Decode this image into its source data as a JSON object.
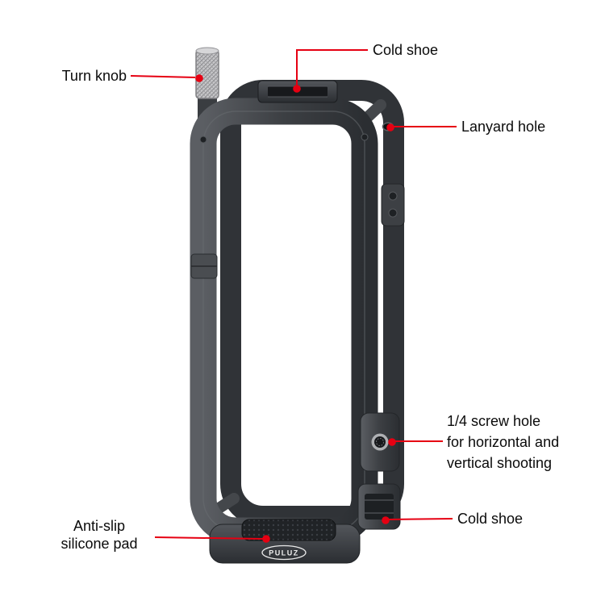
{
  "figure": {
    "background": "#ffffff",
    "accent_red": "#e60012",
    "cage_color_dark": "#2f3236",
    "cage_color_mid": "#43464a",
    "knob_color": "#c7c7c9",
    "logo_text": "PULUZ"
  },
  "callouts": [
    {
      "id": "turn-knob",
      "label": "Turn knob"
    },
    {
      "id": "cold-shoe-top",
      "label": "Cold shoe"
    },
    {
      "id": "lanyard-hole",
      "label": "Lanyard hole"
    },
    {
      "id": "quarter-screw-hole",
      "label": "1/4 screw hole\nfor horizontal and\nvertical shooting"
    },
    {
      "id": "cold-shoe-side",
      "label": "Cold shoe"
    },
    {
      "id": "anti-slip-pad",
      "label": "Anti-slip\nsilicone pad"
    }
  ]
}
